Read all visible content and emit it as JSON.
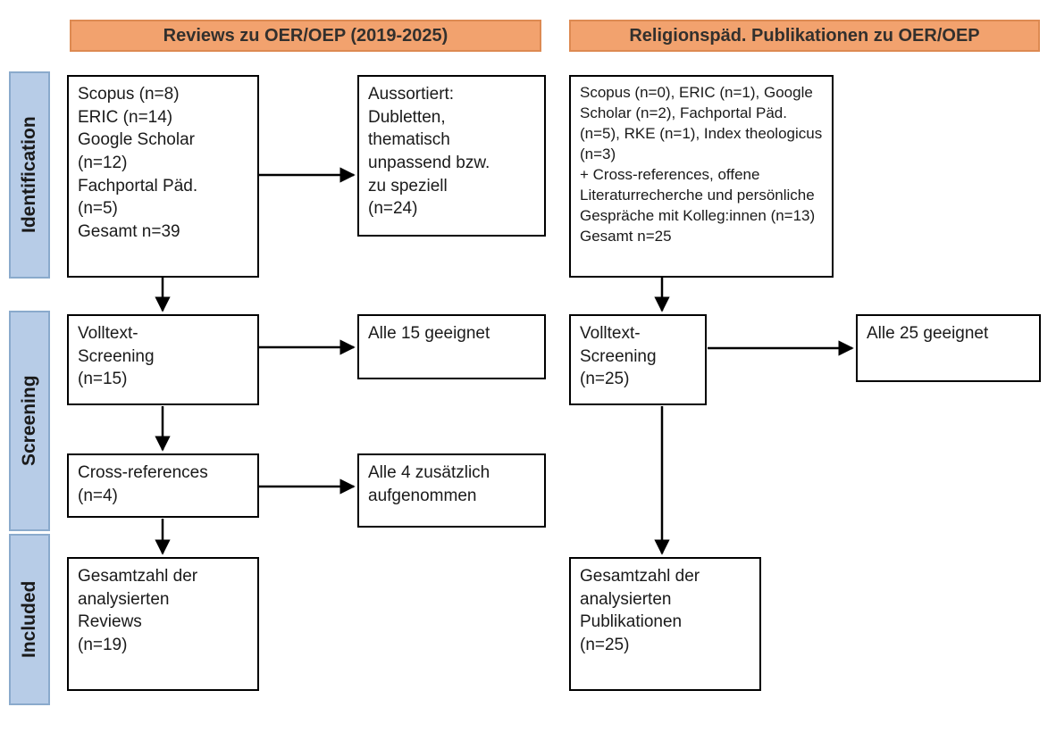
{
  "headers": {
    "left": "Reviews zu OER/OEP (2019-2025)",
    "right": "Religionspäd. Publikationen zu OER/OEP"
  },
  "stages": {
    "identification": "Identification",
    "screening": "Screening",
    "included": "Included"
  },
  "left_flow": {
    "sources": "Scopus (n=8)\nERIC (n=14)\nGoogle Scholar\n(n=12)\nFachportal Päd.\n(n=5)\nGesamt n=39",
    "excluded": "Aussortiert:\nDubletten,\nthematisch\nunpassend bzw.\nzu speziell\n(n=24)",
    "fulltext": "Volltext-\nScreening\n(n=15)",
    "fulltext_result": "Alle 15 geeignet",
    "crossref": "Cross-references\n(n=4)",
    "crossref_result": "Alle 4 zusätzlich\naufgenommen",
    "total": "Gesamtzahl der\nanalysierten\nReviews\n(n=19)"
  },
  "right_flow": {
    "sources": "Scopus (n=0), ERIC (n=1), Google Scholar (n=2), Fachportal Päd. (n=5), RKE (n=1), Index theologicus (n=3)\n+ Cross-references, offene Literaturrecherche und persönliche Gespräche mit Kolleg:innen (n=13)\nGesamt n=25",
    "fulltext": "Volltext-\nScreening\n(n=25)",
    "fulltext_result": "Alle 25 geeignet",
    "total": "Gesamtzahl der\nanalysierten\nPublikationen\n(n=25)"
  },
  "colors": {
    "header_fill": "#f2a26e",
    "header_border": "#dd8a52",
    "stage_fill": "#b7cce7",
    "stage_border": "#8aaacc",
    "box_border": "#000000",
    "arrow": "#000000",
    "text": "#1a1a1a"
  }
}
